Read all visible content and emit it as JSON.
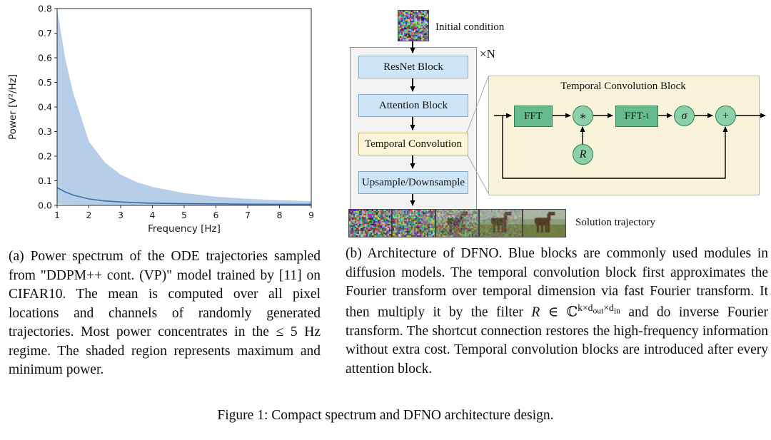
{
  "figure_caption": "Figure 1: Compact spectrum and DFNO architecture design.",
  "chart_data": {
    "type": "area",
    "title": "",
    "xlabel": "Frequency [Hz]",
    "ylabel": "Power [V²/Hz]",
    "xlim": [
      1,
      9
    ],
    "ylim": [
      0,
      0.8
    ],
    "xticks": [
      1,
      2,
      3,
      4,
      5,
      6,
      7,
      8,
      9
    ],
    "yticks": [
      0.0,
      0.1,
      0.2,
      0.3,
      0.4,
      0.5,
      0.6,
      0.7,
      0.8
    ],
    "grid": false,
    "legend": null,
    "x": [
      1,
      1.25,
      1.5,
      2,
      2.5,
      3,
      3.5,
      4,
      5,
      6,
      7,
      8,
      9
    ],
    "series": [
      {
        "name": "max",
        "values": [
          0.8,
          0.6,
          0.46,
          0.26,
          0.175,
          0.125,
          0.095,
          0.075,
          0.05,
          0.035,
          0.027,
          0.021,
          0.017
        ]
      },
      {
        "name": "mean",
        "values": [
          0.072,
          0.055,
          0.042,
          0.026,
          0.018,
          0.014,
          0.011,
          0.009,
          0.007,
          0.006,
          0.005,
          0.0045,
          0.004
        ]
      },
      {
        "name": "min",
        "values": [
          0.005,
          0.004,
          0.003,
          0.002,
          0.0015,
          0.001,
          0.001,
          0.001,
          0.0008,
          0.0006,
          0.0005,
          0.0004,
          0.0003
        ]
      }
    ],
    "colors": {
      "line": "#3a6fa8",
      "band": "#aec9e4"
    }
  },
  "diagram": {
    "initial_condition_label": "Initial condition",
    "solution_trajectory_label": "Solution trajectory",
    "repeat_label": "×N",
    "pipeline": [
      {
        "label": "ResNet Block",
        "type": "blue"
      },
      {
        "label": "Attention Block",
        "type": "blue"
      },
      {
        "label": "Temporal Convolution",
        "type": "yellow"
      },
      {
        "label": "Upsample/Downsample",
        "type": "blue"
      }
    ],
    "tcb": {
      "title": "Temporal Convolution Block",
      "fft_label": "FFT",
      "mult_label": "∗",
      "ifft_base": "FFT",
      "ifft_sup": "-1",
      "sigma_label": "σ",
      "plus_label": "+",
      "r_label": "R"
    }
  },
  "captions": {
    "a": {
      "label": "(a)",
      "text": "Power spectrum of the ODE trajectories sampled from \"DDPM++ cont. (VP)\" model trained by [11] on CIFAR10. The mean is computed over all pixel locations and channels of randomly generated trajectories. Most power concentrates in the ≤ 5 Hz regime. The shaded region represents maximum and minimum power."
    },
    "b": {
      "label": "(b)",
      "text_before": "Architecture of DFNO. Blue blocks are commonly used modules in diffusion models. The temporal convolution block first approximates the Fourier transform over temporal dimension via fast Fourier transform. It then multiply it by the filter ",
      "math": {
        "var": "R",
        "rel": " ∈ ",
        "set": "ℂ",
        "sup_parts": [
          "k×d",
          "out",
          "×d",
          "in"
        ]
      },
      "text_after": " and do inverse Fourier transform. The shortcut connection restores the high-frequency information without extra cost. Temporal convolution blocks are introduced after every attention block."
    }
  }
}
